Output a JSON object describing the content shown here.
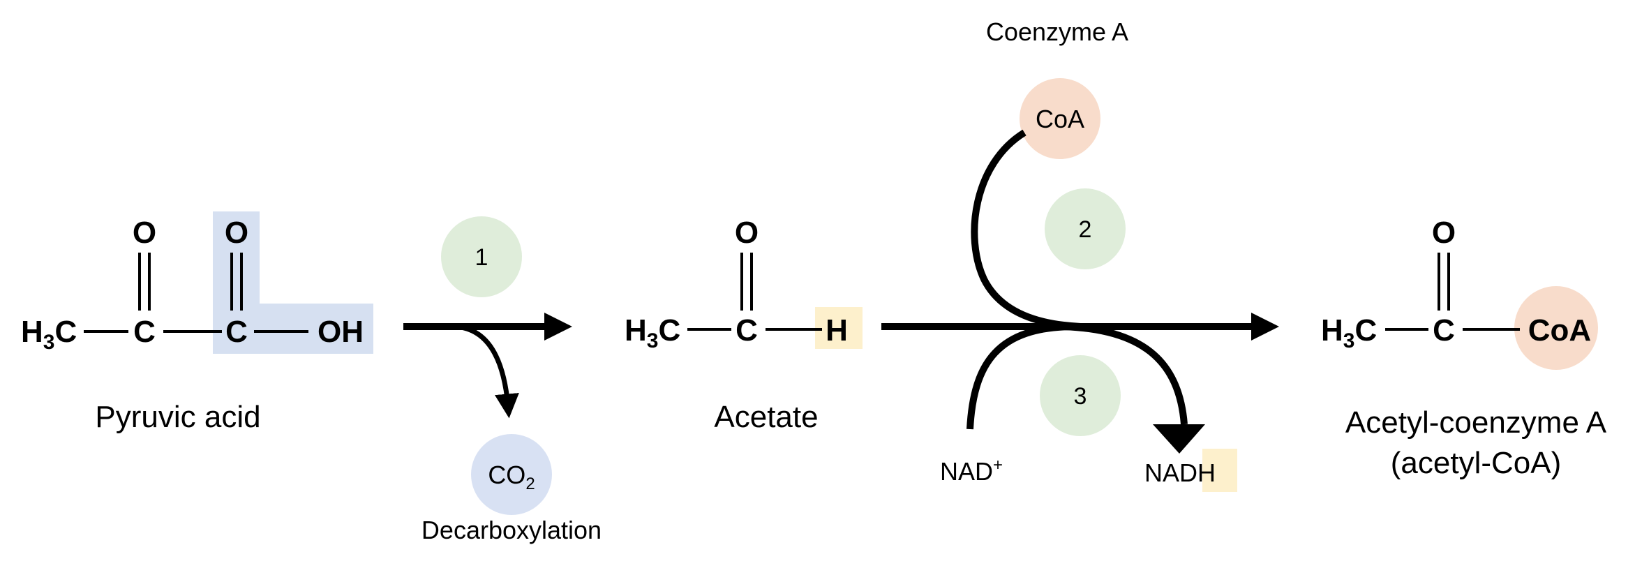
{
  "colors": {
    "highlight_blue": "#d6e0f1",
    "highlight_yellow": "#fdf0cc",
    "coa_salmon": "#f8dccb",
    "step_green": "#dfedda",
    "co2_blue": "#d8e1f3"
  },
  "pyruvic_acid": {
    "h3c": "H",
    "h3c_sub": "3",
    "h3c_tail": "C",
    "c1": "C",
    "o1": "O",
    "c2": "C",
    "o2": "O",
    "oh": "OH",
    "name": "Pyruvic acid"
  },
  "step1": {
    "number": "1",
    "co2_main": "CO",
    "co2_sub": "2",
    "label": "Decarboxylation"
  },
  "acetate": {
    "h3c": "H",
    "h3c_sub": "3",
    "h3c_tail": "C",
    "c": "C",
    "o": "O",
    "h": "H",
    "name": "Acetate"
  },
  "step2": {
    "number": "2",
    "coenzyme_label": "Coenzyme A",
    "coa": "CoA"
  },
  "step3": {
    "number": "3",
    "nad": "NAD",
    "nad_sup": "+",
    "nadh_main": "NAD",
    "nadh_h": "H"
  },
  "acetyl_coa": {
    "h3c": "H",
    "h3c_sub": "3",
    "h3c_tail": "C",
    "c": "C",
    "o": "O",
    "coa": "CoA",
    "name_line1": "Acetyl-coenzyme A",
    "name_line2": "(acetyl-CoA)"
  }
}
